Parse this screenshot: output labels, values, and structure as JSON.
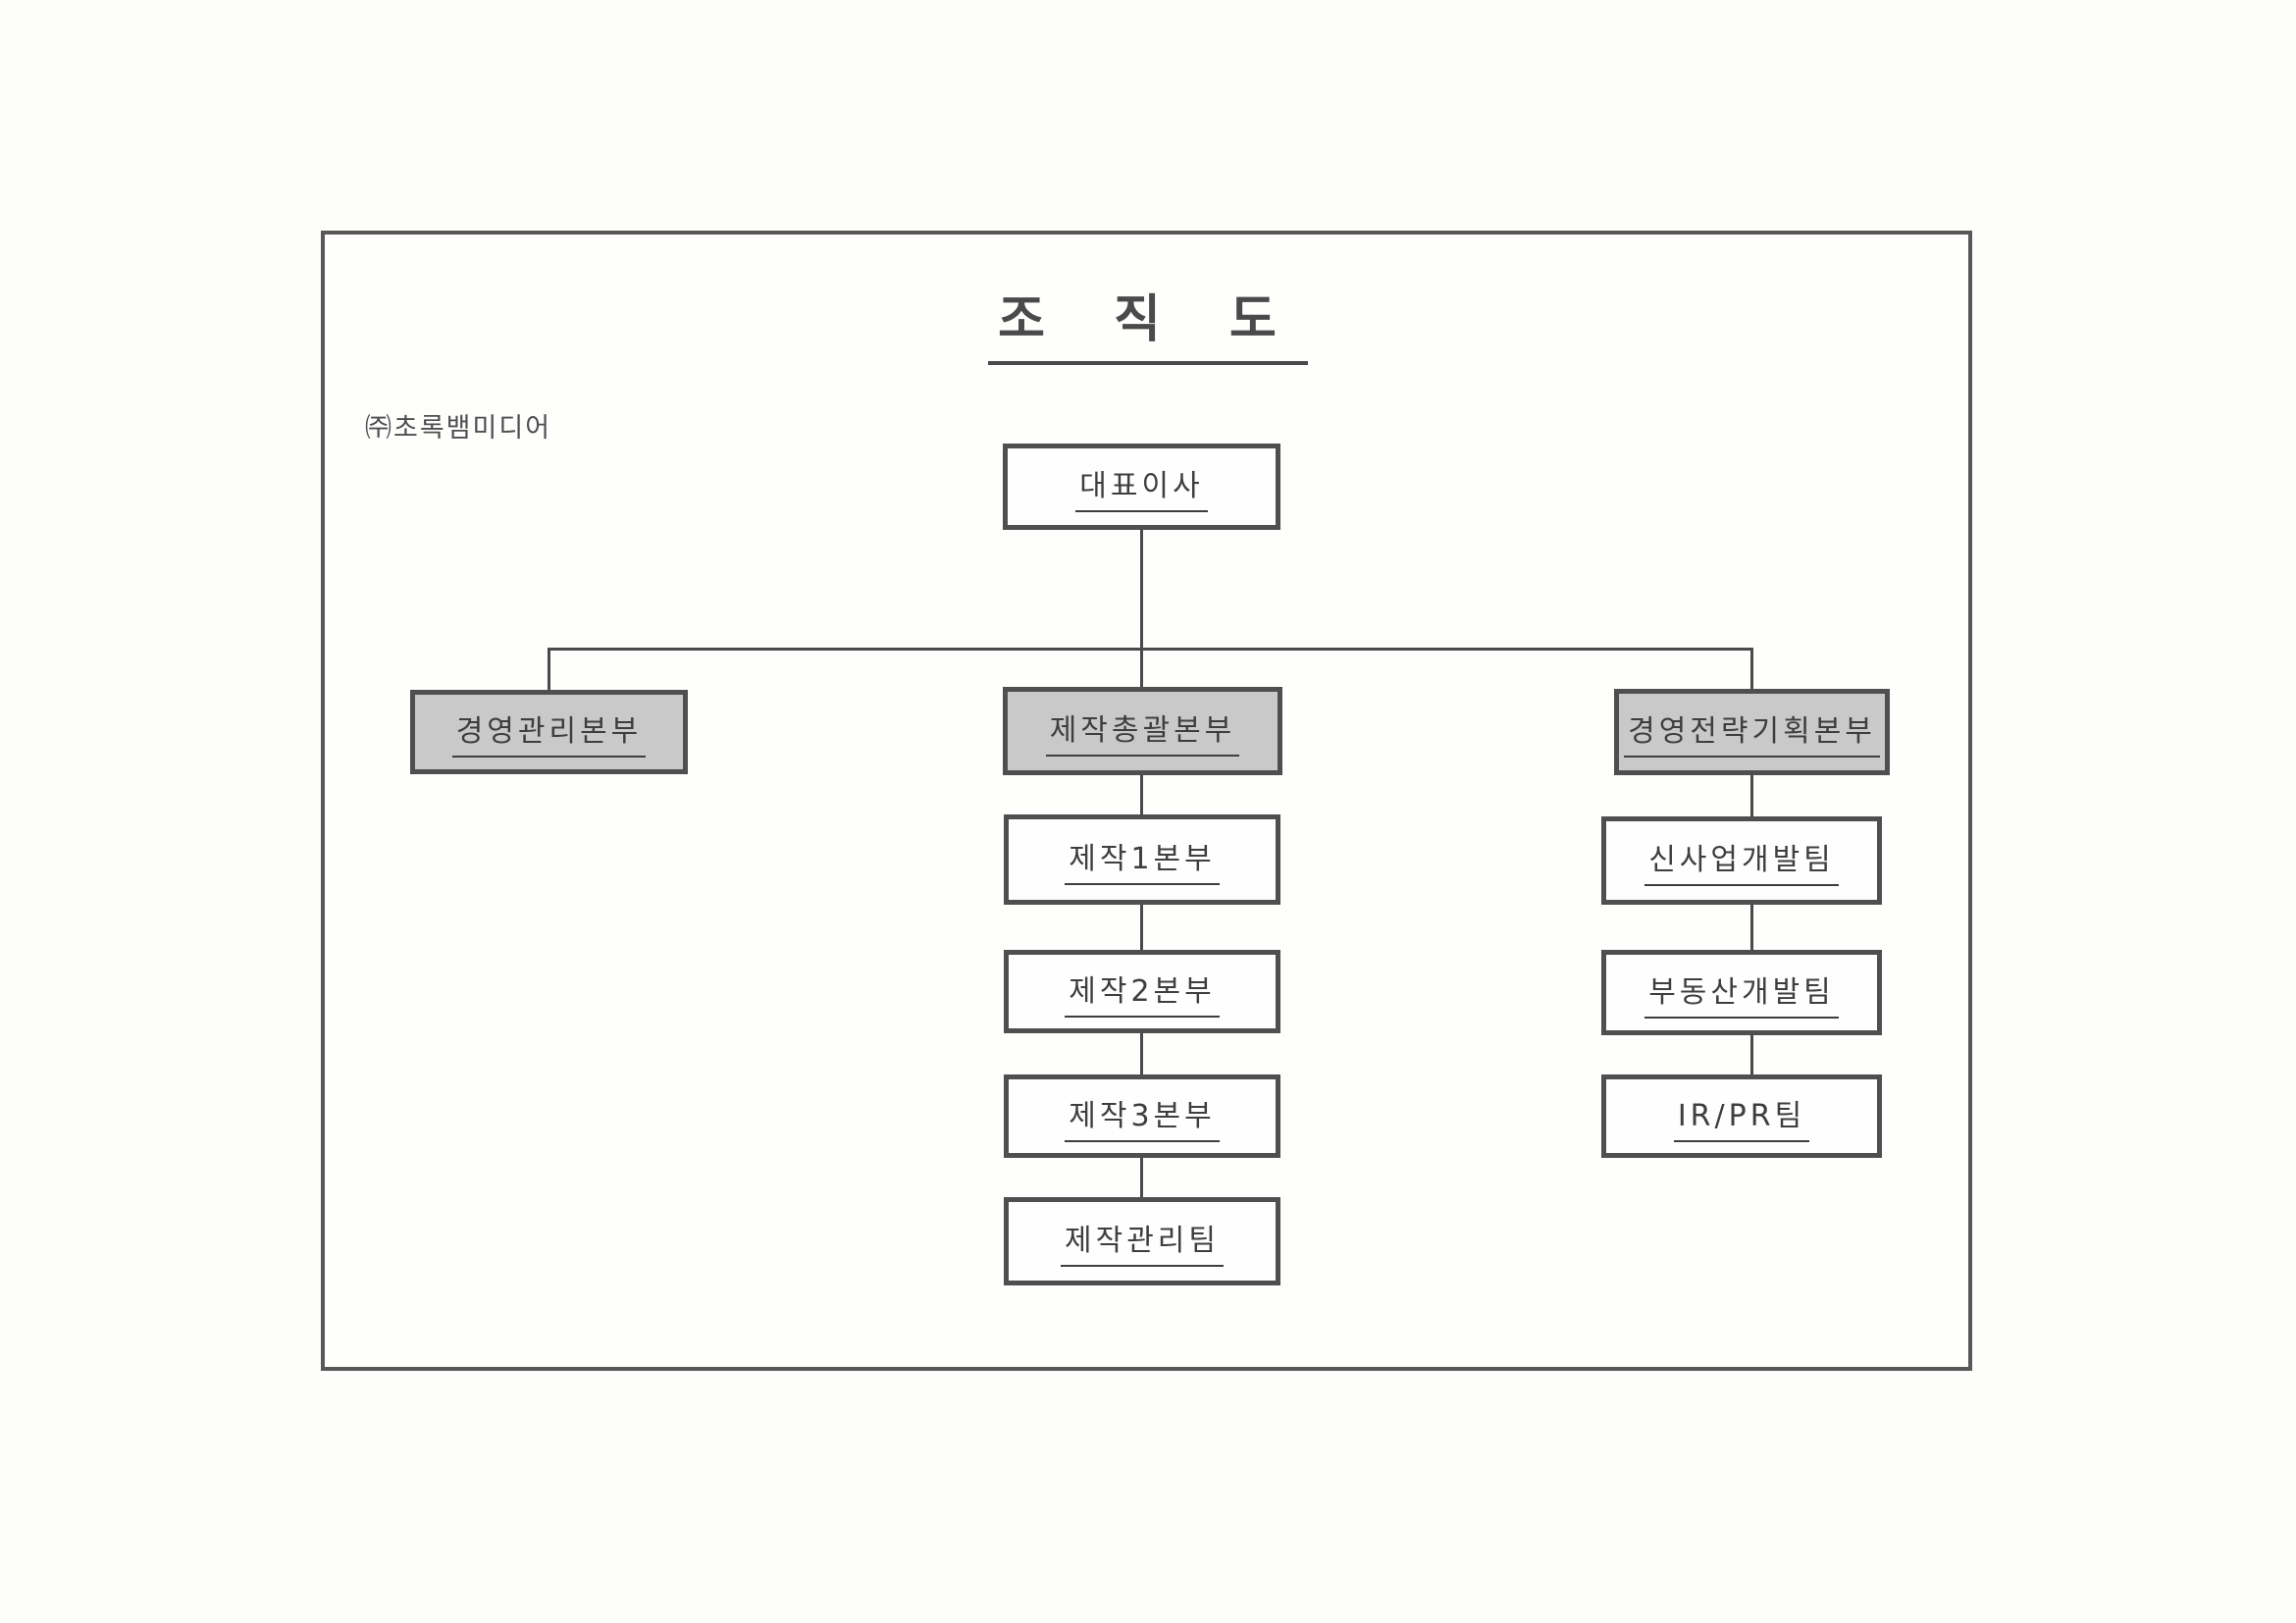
{
  "document": {
    "title": "조 직 도",
    "company": "㈜초록뱀미디어"
  },
  "org_chart": {
    "root": {
      "label": "대표이사"
    },
    "divisions": [
      {
        "label": "경영관리본부",
        "highlighted": true,
        "children": []
      },
      {
        "label": "제작총괄본부",
        "highlighted": true,
        "children": [
          {
            "label": "제작1본부"
          },
          {
            "label": "제작2본부"
          },
          {
            "label": "제작3본부"
          },
          {
            "label": "제작관리팀"
          }
        ]
      },
      {
        "label": "경영전략기획본부",
        "highlighted": true,
        "children": [
          {
            "label": "신사업개발팀"
          },
          {
            "label": "부동산개발팀"
          },
          {
            "label": "IR/PR팀"
          }
        ]
      }
    ]
  },
  "colors": {
    "frame_border": "#585858",
    "node_border": "#4f4f4f",
    "node_fill_highlighted": "#c9c9c9",
    "node_fill": "#fefefe",
    "connector": "#4a4a4a",
    "text": "#3e3e3e"
  }
}
